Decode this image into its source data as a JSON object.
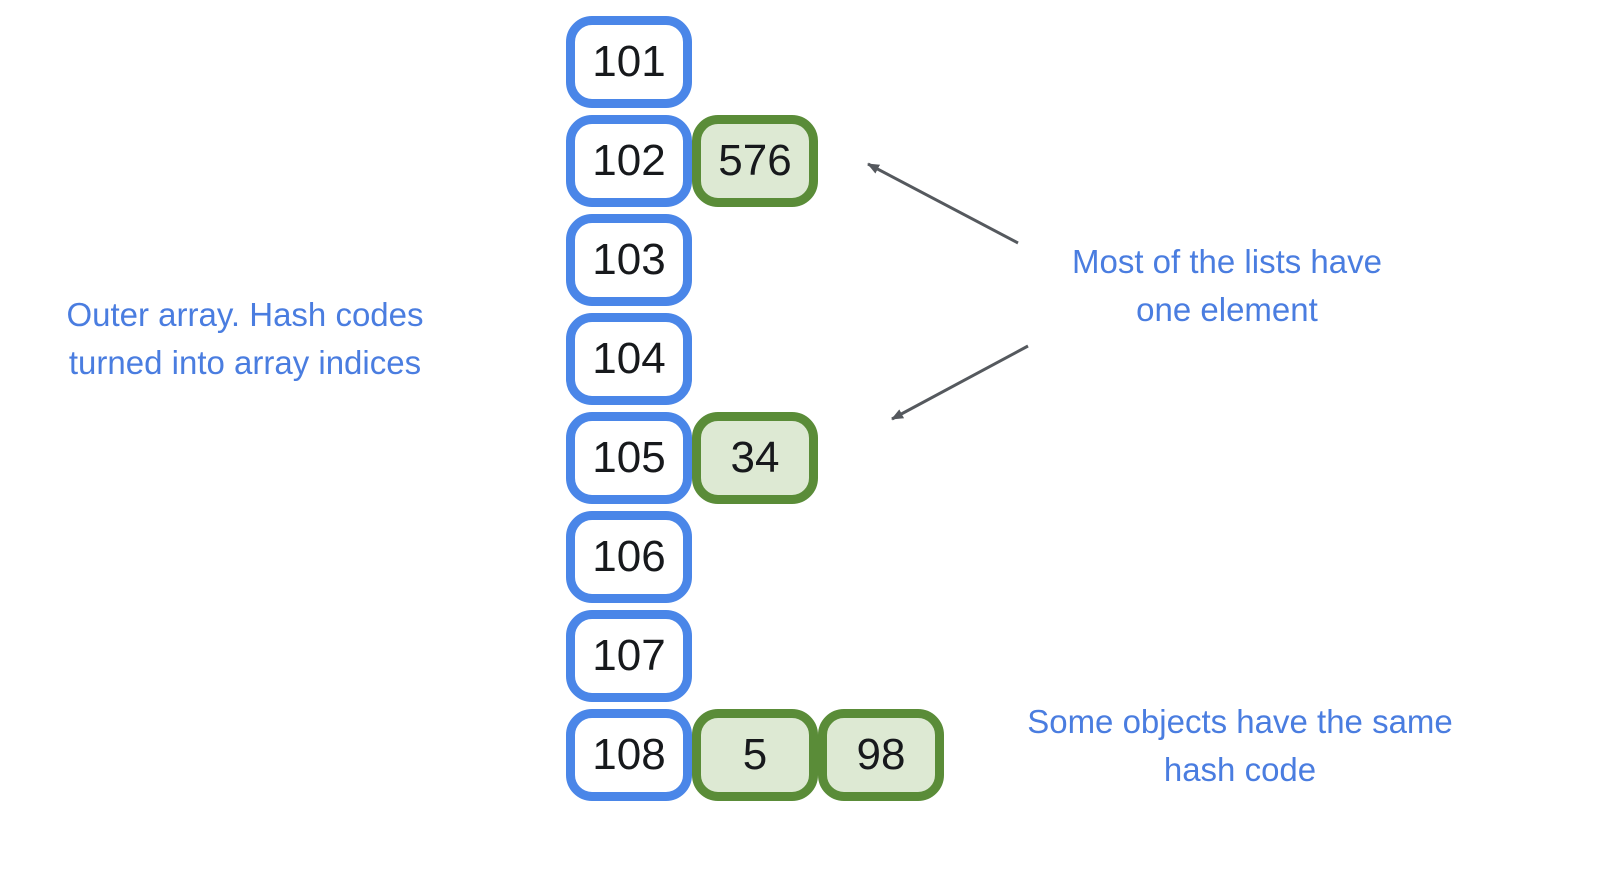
{
  "labels": {
    "outer_array": {
      "line1": "Outer array. Hash codes",
      "line2": "turned into array indices"
    },
    "most_lists": {
      "line1": "Most of the lists have",
      "line2": "one element"
    },
    "same_hash": {
      "line1": "Some objects have the same",
      "line2": "hash code"
    }
  },
  "array": {
    "rows": [
      {
        "index": "101",
        "values": []
      },
      {
        "index": "102",
        "values": [
          "576"
        ]
      },
      {
        "index": "103",
        "values": []
      },
      {
        "index": "104",
        "values": []
      },
      {
        "index": "105",
        "values": [
          "34"
        ]
      },
      {
        "index": "106",
        "values": []
      },
      {
        "index": "107",
        "values": []
      },
      {
        "index": "108",
        "values": [
          "5",
          "98"
        ]
      }
    ]
  },
  "colors": {
    "background": "#ffffff",
    "box_blue": "#4a86e8",
    "green_border": "#5a8c38",
    "green_fill": "#dde9d3",
    "label_blue": "#4a7de0",
    "arrow_gray": "#55595e",
    "number_black": "#17191c"
  }
}
